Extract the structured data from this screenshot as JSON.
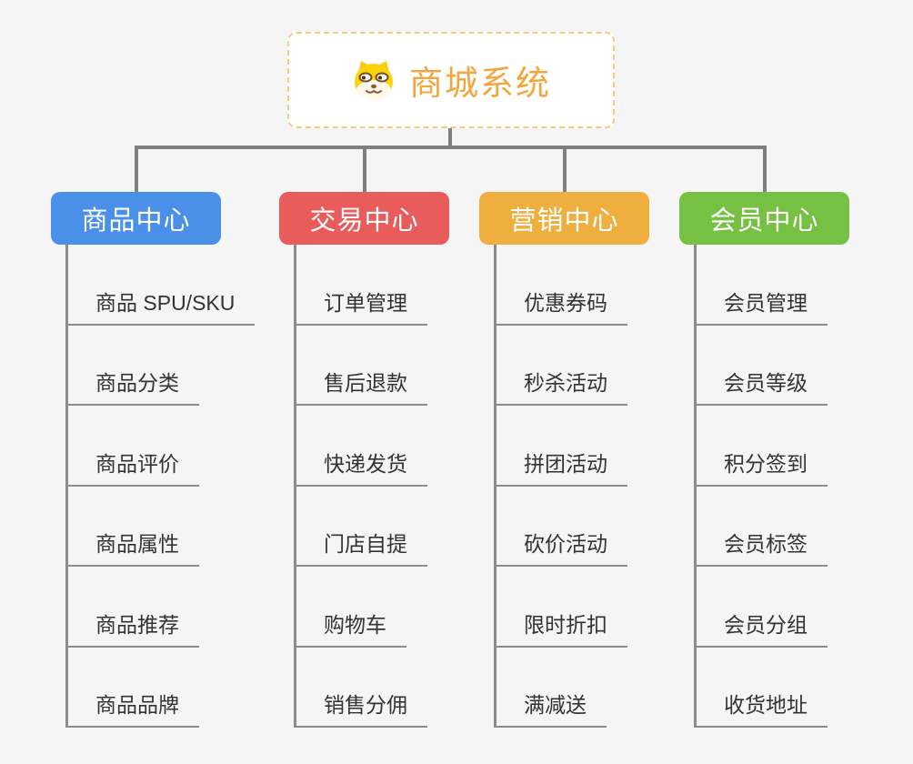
{
  "root": {
    "title": "商城系统",
    "icon": "doge-face-icon",
    "text_color": "#f2a63c",
    "border_color": "#f7ca7d"
  },
  "branches": [
    {
      "label": "商品中心",
      "color": "#4a8fe8",
      "items": [
        "商品 SPU/SKU",
        "商品分类",
        "商品评价",
        "商品属性",
        "商品推荐",
        "商品品牌"
      ]
    },
    {
      "label": "交易中心",
      "color": "#e85c5c",
      "items": [
        "订单管理",
        "售后退款",
        "快递发货",
        "门店自提",
        "购物车",
        "销售分佣"
      ]
    },
    {
      "label": "营销中心",
      "color": "#efaf3e",
      "items": [
        "优惠券码",
        "秒杀活动",
        "拼团活动",
        "砍价活动",
        "限时折扣",
        "满减送"
      ]
    },
    {
      "label": "会员中心",
      "color": "#76c043",
      "items": [
        "会员管理",
        "会员等级",
        "积分签到",
        "会员标签",
        "会员分组",
        "收货地址"
      ]
    }
  ],
  "colors": {
    "background": "#f5f5f6",
    "connector_main": "#7f7f7f",
    "connector_sub": "#8c8c8c",
    "item_text": "#333333"
  }
}
